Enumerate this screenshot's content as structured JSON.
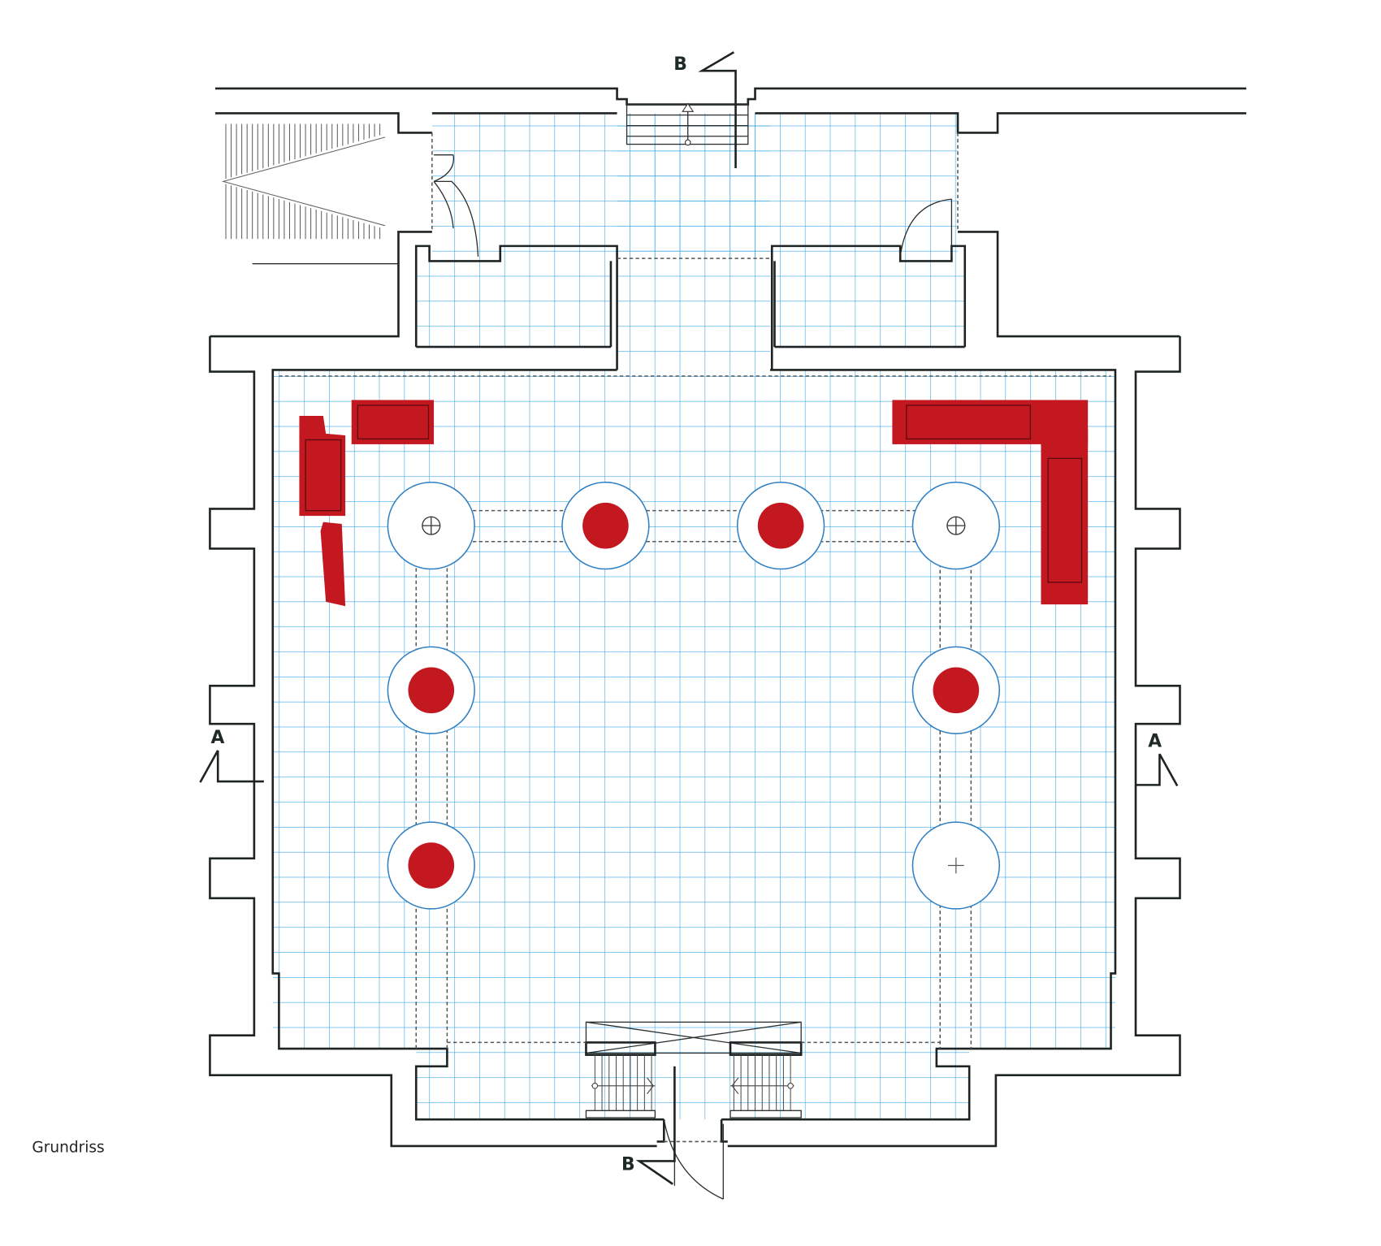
{
  "caption": "Grundriss",
  "section_markers": {
    "a_left": "A",
    "a_right": "A",
    "b_top": "B",
    "b_bottom": "B"
  },
  "colors": {
    "grid": "#3aa6e6",
    "wall": "#1e2424",
    "furniture": "#c41820",
    "column_ring": "#2e7fc4"
  }
}
